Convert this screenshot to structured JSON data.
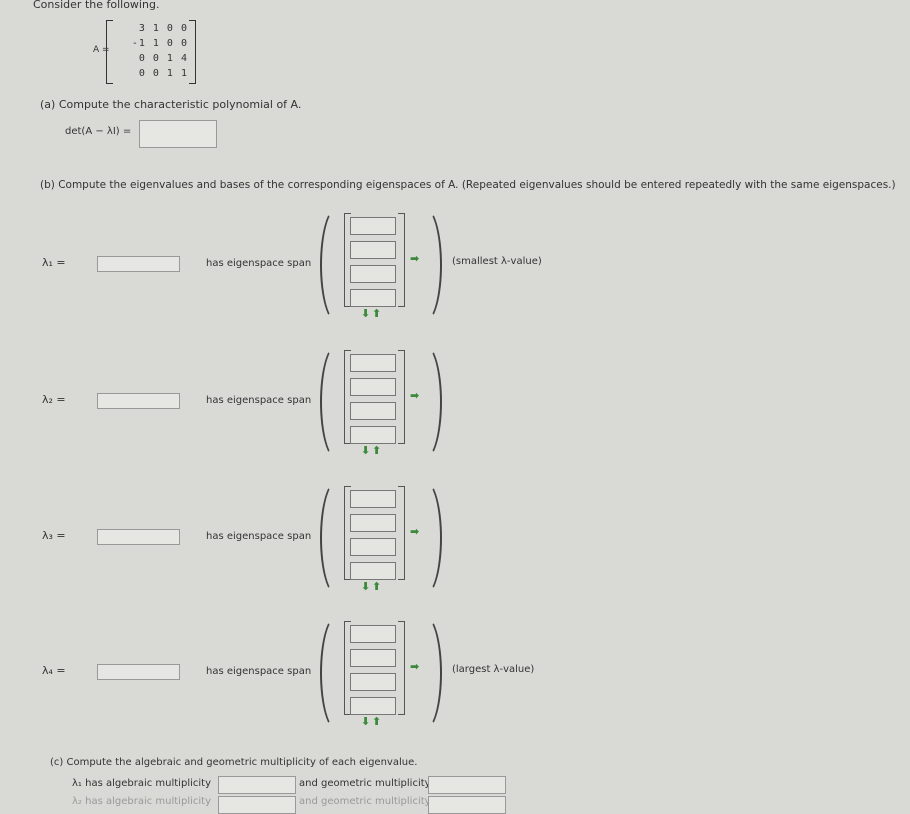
{
  "intro": "Consider the following.",
  "matrix": {
    "label": "A =",
    "rows": [
      "3 1 0 0",
      "-1 1 0 0",
      "0 0 1 4",
      "0 0 1 1"
    ]
  },
  "part_a": {
    "text": "(a)  Compute the characteristic polynomial of A.",
    "det_label": "det(A − λI) =",
    "value": ""
  },
  "part_b": {
    "text": "(b)  Compute the eigenvalues and bases of the corresponding eigenspaces of A. (Repeated eigenvalues should be entered repeatedly with the same eigenspaces.)",
    "rows": [
      {
        "label": "λ₁ =",
        "eigenspace": "has eigenspace  span",
        "note": "(smallest λ-value)"
      },
      {
        "label": "λ₂ =",
        "eigenspace": "has eigenspace  span",
        "note": ""
      },
      {
        "label": "λ₃ =",
        "eigenspace": "has eigenspace  span",
        "note": ""
      },
      {
        "label": "λ₄ =",
        "eigenspace": "has eigenspace  span",
        "note": "(largest λ-value)"
      }
    ]
  },
  "part_c": {
    "text": "(c)  Compute the algebraic and geometric multiplicity of each eigenvalue.",
    "rows": [
      {
        "alg": "λ₁ has algebraic multiplicity",
        "geo": "and geometric multiplicity"
      },
      {
        "alg": "λ₂ has algebraic multiplicity",
        "geo": "and geometric multiplicity"
      }
    ]
  }
}
